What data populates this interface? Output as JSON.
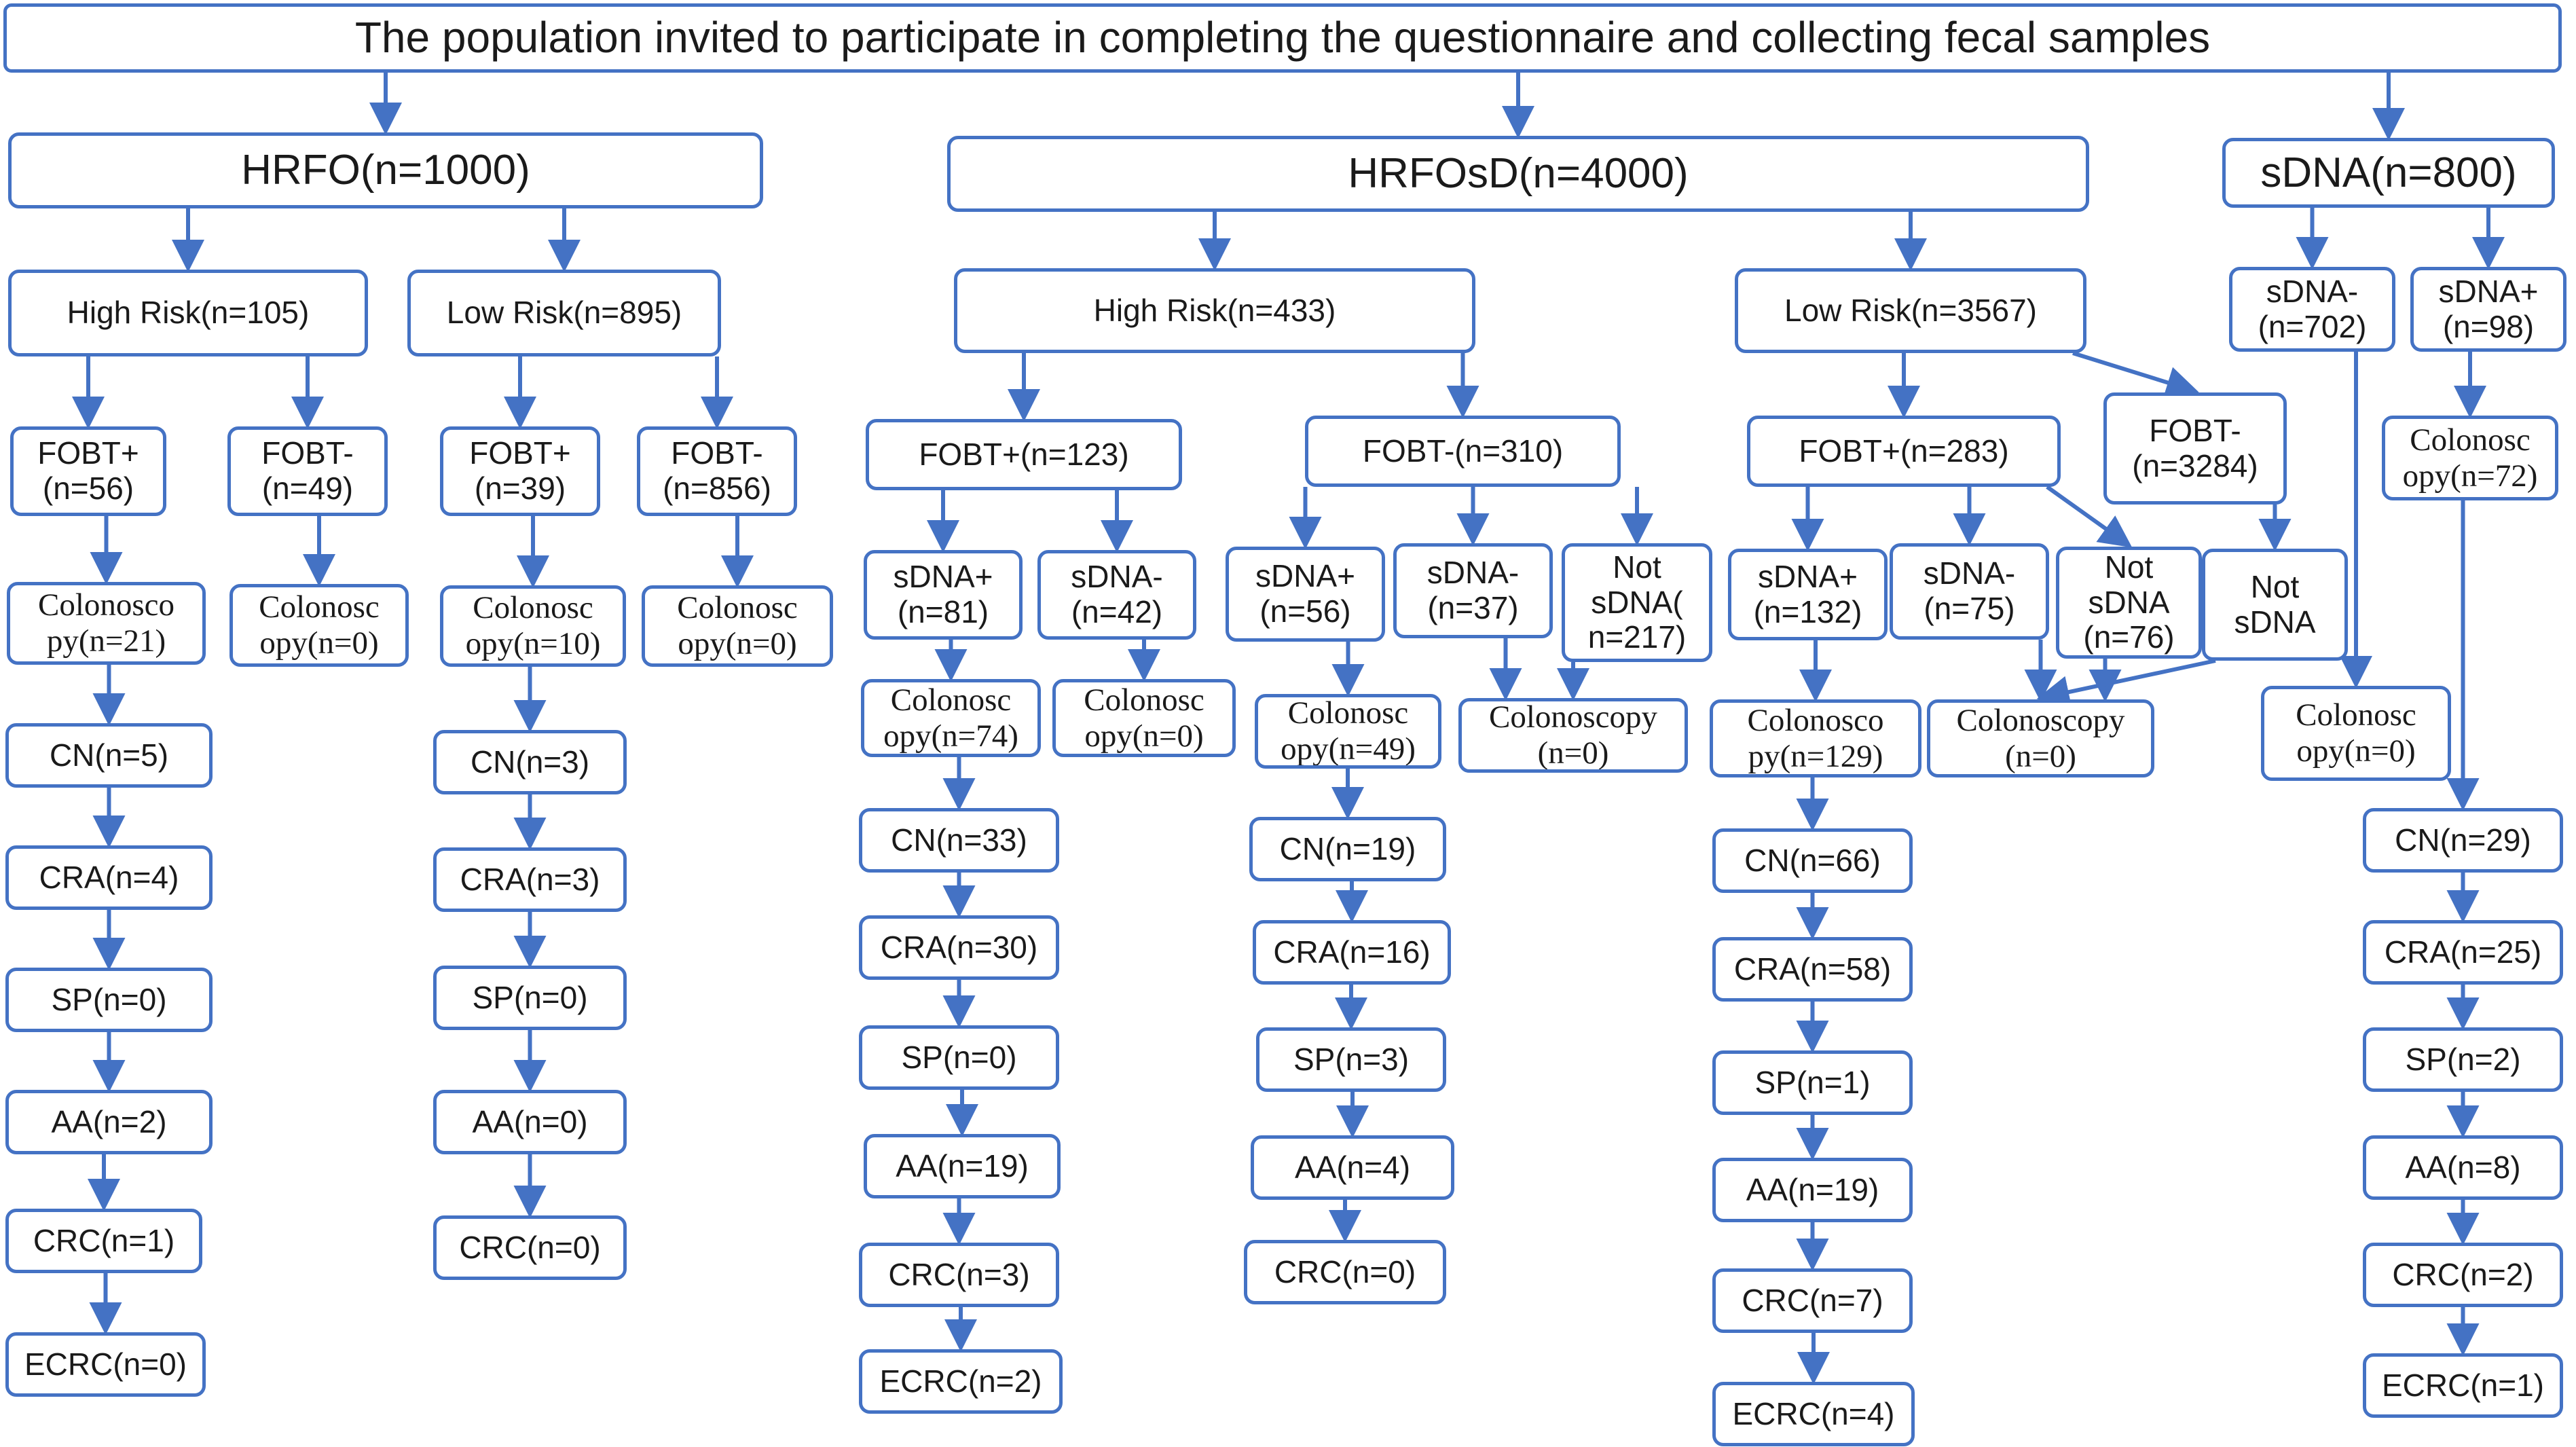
{
  "accent_color": "#4472C4",
  "nodes": [
    {
      "id": "title",
      "text": "The population invited to participate in completing the questionnaire and collecting fecal samples"
    },
    {
      "id": "hrfo",
      "text": "HRFO(n=1000)"
    },
    {
      "id": "hrfosd",
      "text": "HRFOsD(n=4000)"
    },
    {
      "id": "sdna",
      "text": "sDNA(n=800)"
    },
    {
      "id": "hrfo_high",
      "text": "High Risk(n=105)"
    },
    {
      "id": "hrfo_low",
      "text": "Low Risk(n=895)"
    },
    {
      "id": "hrfo_h_fp",
      "text": "FOBT+\n(n=56)"
    },
    {
      "id": "hrfo_h_fn",
      "text": "FOBT-\n(n=49)"
    },
    {
      "id": "hrfo_l_fp",
      "text": "FOBT+\n(n=39)"
    },
    {
      "id": "hrfo_l_fn",
      "text": "FOBT-\n(n=856)"
    },
    {
      "id": "hrfo_h_fp_col",
      "text": "Colonosco\npy(n=21)"
    },
    {
      "id": "hrfo_h_fn_col",
      "text": "Colonosc\nopy(n=0)"
    },
    {
      "id": "hrfo_l_fp_col",
      "text": "Colonosc\nopy(n=10)"
    },
    {
      "id": "hrfo_l_fn_col",
      "text": "Colonosc\nopy(n=0)"
    },
    {
      "id": "hrfo_h_cn",
      "text": "CN(n=5)"
    },
    {
      "id": "hrfo_h_cra",
      "text": "CRA(n=4)"
    },
    {
      "id": "hrfo_h_sp",
      "text": "SP(n=0)"
    },
    {
      "id": "hrfo_h_aa",
      "text": "AA(n=2)"
    },
    {
      "id": "hrfo_h_crc",
      "text": "CRC(n=1)"
    },
    {
      "id": "hrfo_h_ecrc",
      "text": "ECRC(n=0)"
    },
    {
      "id": "hrfo_l_cn",
      "text": "CN(n=3)"
    },
    {
      "id": "hrfo_l_cra",
      "text": "CRA(n=3)"
    },
    {
      "id": "hrfo_l_sp",
      "text": "SP(n=0)"
    },
    {
      "id": "hrfo_l_aa",
      "text": "AA(n=0)"
    },
    {
      "id": "hrfo_l_crc",
      "text": "CRC(n=0)"
    },
    {
      "id": "sd_high",
      "text": "High Risk(n=433)"
    },
    {
      "id": "sd_low",
      "text": "Low Risk(n=3567)"
    },
    {
      "id": "sd_h_fp",
      "text": "FOBT+(n=123)"
    },
    {
      "id": "sd_h_fn",
      "text": "FOBT-(n=310)"
    },
    {
      "id": "sd_l_fp",
      "text": "FOBT+(n=283)"
    },
    {
      "id": "sd_l_fn",
      "text": "FOBT-\n(n=3284)"
    },
    {
      "id": "sd_hfp_sp",
      "text": "sDNA+\n(n=81)"
    },
    {
      "id": "sd_hfp_sn",
      "text": "sDNA-\n(n=42)"
    },
    {
      "id": "sd_hfp_sp_col",
      "text": "Colonosc\nopy(n=74)"
    },
    {
      "id": "sd_hfp_sn_col",
      "text": "Colonosc\nopy(n=0)"
    },
    {
      "id": "sd_hfp_cn",
      "text": "CN(n=33)"
    },
    {
      "id": "sd_hfp_cra",
      "text": "CRA(n=30)"
    },
    {
      "id": "sd_hfp_spx",
      "text": "SP(n=0)"
    },
    {
      "id": "sd_hfp_aa",
      "text": "AA(n=19)"
    },
    {
      "id": "sd_hfp_crc",
      "text": "CRC(n=3)"
    },
    {
      "id": "sd_hfp_ecrc",
      "text": "ECRC(n=2)"
    },
    {
      "id": "sd_hfn_sp",
      "text": "sDNA+\n(n=56)"
    },
    {
      "id": "sd_hfn_sn",
      "text": "sDNA-\n(n=37)"
    },
    {
      "id": "sd_hfn_not",
      "text": "Not\nsDNA(\nn=217)"
    },
    {
      "id": "sd_hfn_sp_col",
      "text": "Colonosc\nopy(n=49)"
    },
    {
      "id": "sd_hfn_other_col",
      "text": "Colonoscopy\n(n=0)"
    },
    {
      "id": "sd_hfn_cn",
      "text": "CN(n=19)"
    },
    {
      "id": "sd_hfn_cra",
      "text": "CRA(n=16)"
    },
    {
      "id": "sd_hfn_spx",
      "text": "SP(n=3)"
    },
    {
      "id": "sd_hfn_aa",
      "text": "AA(n=4)"
    },
    {
      "id": "sd_hfn_crc",
      "text": "CRC(n=0)"
    },
    {
      "id": "sd_lfp_sp",
      "text": "sDNA+\n(n=132)"
    },
    {
      "id": "sd_lfp_sn",
      "text": "sDNA-\n(n=75)"
    },
    {
      "id": "sd_lfp_not",
      "text": "Not\nsDNA\n(n=76)"
    },
    {
      "id": "sd_lfn_not",
      "text": "Not\nsDNA"
    },
    {
      "id": "sd_lfp_sp_col",
      "text": "Colonosco\npy(n=129)"
    },
    {
      "id": "sd_l_other_col",
      "text": "Colonoscopy\n(n=0)"
    },
    {
      "id": "sd_lfp_cn",
      "text": "CN(n=66)"
    },
    {
      "id": "sd_lfp_cra",
      "text": "CRA(n=58)"
    },
    {
      "id": "sd_lfp_spx",
      "text": "SP(n=1)"
    },
    {
      "id": "sd_lfp_aa",
      "text": "AA(n=19)"
    },
    {
      "id": "sd_lfp_crc",
      "text": "CRC(n=7)"
    },
    {
      "id": "sd_lfp_ecrc",
      "text": "ECRC(n=4)"
    },
    {
      "id": "s_neg",
      "text": "sDNA-\n(n=702)"
    },
    {
      "id": "s_pos",
      "text": "sDNA+\n(n=98)"
    },
    {
      "id": "s_pos_col",
      "text": "Colonosc\nopy(n=72)"
    },
    {
      "id": "s_neg_col",
      "text": "Colonosc\nopy(n=0)"
    },
    {
      "id": "s_cn",
      "text": "CN(n=29)"
    },
    {
      "id": "s_cra",
      "text": "CRA(n=25)"
    },
    {
      "id": "s_spx",
      "text": "SP(n=2)"
    },
    {
      "id": "s_aa",
      "text": "AA(n=8)"
    },
    {
      "id": "s_crc",
      "text": "CRC(n=2)"
    },
    {
      "id": "s_ecrc",
      "text": "ECRC(n=1)"
    }
  ],
  "edges": [
    [
      "title",
      "hrfo"
    ],
    [
      "title",
      "hrfosd"
    ],
    [
      "title",
      "sdna"
    ],
    [
      "hrfo",
      "hrfo_high"
    ],
    [
      "hrfo",
      "hrfo_low"
    ],
    [
      "hrfo_high",
      "hrfo_h_fp"
    ],
    [
      "hrfo_high",
      "hrfo_h_fn"
    ],
    [
      "hrfo_low",
      "hrfo_l_fp"
    ],
    [
      "hrfo_low",
      "hrfo_l_fn"
    ],
    [
      "hrfo_h_fp",
      "hrfo_h_fp_col"
    ],
    [
      "hrfo_h_fn",
      "hrfo_h_fn_col"
    ],
    [
      "hrfo_l_fp",
      "hrfo_l_fp_col"
    ],
    [
      "hrfo_l_fn",
      "hrfo_l_fn_col"
    ],
    [
      "hrfo_h_fp_col",
      "hrfo_h_cn"
    ],
    [
      "hrfo_h_cn",
      "hrfo_h_cra"
    ],
    [
      "hrfo_h_cra",
      "hrfo_h_sp"
    ],
    [
      "hrfo_h_sp",
      "hrfo_h_aa"
    ],
    [
      "hrfo_h_aa",
      "hrfo_h_crc"
    ],
    [
      "hrfo_h_crc",
      "hrfo_h_ecrc"
    ],
    [
      "hrfo_l_fp_col",
      "hrfo_l_cn"
    ],
    [
      "hrfo_l_cn",
      "hrfo_l_cra"
    ],
    [
      "hrfo_l_cra",
      "hrfo_l_sp"
    ],
    [
      "hrfo_l_sp",
      "hrfo_l_aa"
    ],
    [
      "hrfo_l_aa",
      "hrfo_l_crc"
    ],
    [
      "hrfosd",
      "sd_high"
    ],
    [
      "hrfosd",
      "sd_low"
    ],
    [
      "sd_high",
      "sd_h_fp"
    ],
    [
      "sd_high",
      "sd_h_fn"
    ],
    [
      "sd_low",
      "sd_l_fp"
    ],
    [
      "sd_low",
      "sd_l_fn"
    ],
    [
      "sd_h_fp",
      "sd_hfp_sp"
    ],
    [
      "sd_h_fp",
      "sd_hfp_sn"
    ],
    [
      "sd_hfp_sp",
      "sd_hfp_sp_col"
    ],
    [
      "sd_hfp_sn",
      "sd_hfp_sn_col"
    ],
    [
      "sd_hfp_sp_col",
      "sd_hfp_cn"
    ],
    [
      "sd_hfp_cn",
      "sd_hfp_cra"
    ],
    [
      "sd_hfp_cra",
      "sd_hfp_spx"
    ],
    [
      "sd_hfp_spx",
      "sd_hfp_aa"
    ],
    [
      "sd_hfp_aa",
      "sd_hfp_crc"
    ],
    [
      "sd_hfp_crc",
      "sd_hfp_ecrc"
    ],
    [
      "sd_h_fn",
      "sd_hfn_sp"
    ],
    [
      "sd_h_fn",
      "sd_hfn_sn"
    ],
    [
      "sd_h_fn",
      "sd_hfn_not"
    ],
    [
      "sd_hfn_sp",
      "sd_hfn_sp_col"
    ],
    [
      "sd_hfn_sn",
      "sd_hfn_other_col"
    ],
    [
      "sd_hfn_not",
      "sd_hfn_other_col"
    ],
    [
      "sd_hfn_sp_col",
      "sd_hfn_cn"
    ],
    [
      "sd_hfn_cn",
      "sd_hfn_cra"
    ],
    [
      "sd_hfn_cra",
      "sd_hfn_spx"
    ],
    [
      "sd_hfn_spx",
      "sd_hfn_aa"
    ],
    [
      "sd_hfn_aa",
      "sd_hfn_crc"
    ],
    [
      "sd_l_fp",
      "sd_lfp_sp"
    ],
    [
      "sd_l_fp",
      "sd_lfp_sn"
    ],
    [
      "sd_l_fp",
      "sd_lfp_not"
    ],
    [
      "sd_l_fn",
      "sd_lfn_not"
    ],
    [
      "sd_lfp_sp",
      "sd_lfp_sp_col"
    ],
    [
      "sd_lfp_sn",
      "sd_l_other_col"
    ],
    [
      "sd_lfp_not",
      "sd_l_other_col"
    ],
    [
      "sd_lfn_not",
      "sd_l_other_col"
    ],
    [
      "sd_lfp_sp_col",
      "sd_lfp_cn"
    ],
    [
      "sd_lfp_cn",
      "sd_lfp_cra"
    ],
    [
      "sd_lfp_cra",
      "sd_lfp_spx"
    ],
    [
      "sd_lfp_spx",
      "sd_lfp_aa"
    ],
    [
      "sd_lfp_aa",
      "sd_lfp_crc"
    ],
    [
      "sd_lfp_crc",
      "sd_lfp_ecrc"
    ],
    [
      "sdna",
      "s_neg"
    ],
    [
      "sdna",
      "s_pos"
    ],
    [
      "s_neg",
      "s_neg_col"
    ],
    [
      "s_pos",
      "s_pos_col"
    ],
    [
      "s_pos_col",
      "s_cn"
    ],
    [
      "s_cn",
      "s_cra"
    ],
    [
      "s_cra",
      "s_spx"
    ],
    [
      "s_spx",
      "s_aa"
    ],
    [
      "s_aa",
      "s_crc"
    ],
    [
      "s_crc",
      "s_ecrc"
    ]
  ]
}
